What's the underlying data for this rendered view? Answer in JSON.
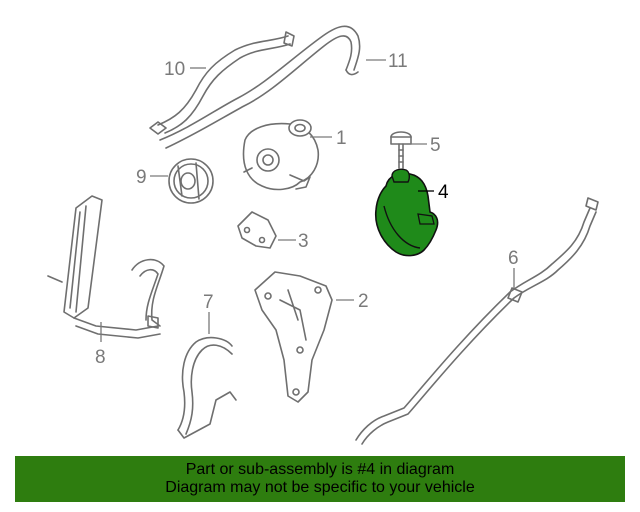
{
  "callouts": [
    "1",
    "2",
    "3",
    "4",
    "5",
    "6",
    "7",
    "8",
    "9",
    "10",
    "11"
  ],
  "highlighted_callout": "4",
  "colors": {
    "highlight": "#1f8a1a",
    "banner": "#2e7d0f",
    "line": "#6f6f6f"
  },
  "banner": {
    "line1": "Part or sub-assembly is #4 in diagram",
    "line2": "Diagram may not be specific to your vehicle"
  }
}
